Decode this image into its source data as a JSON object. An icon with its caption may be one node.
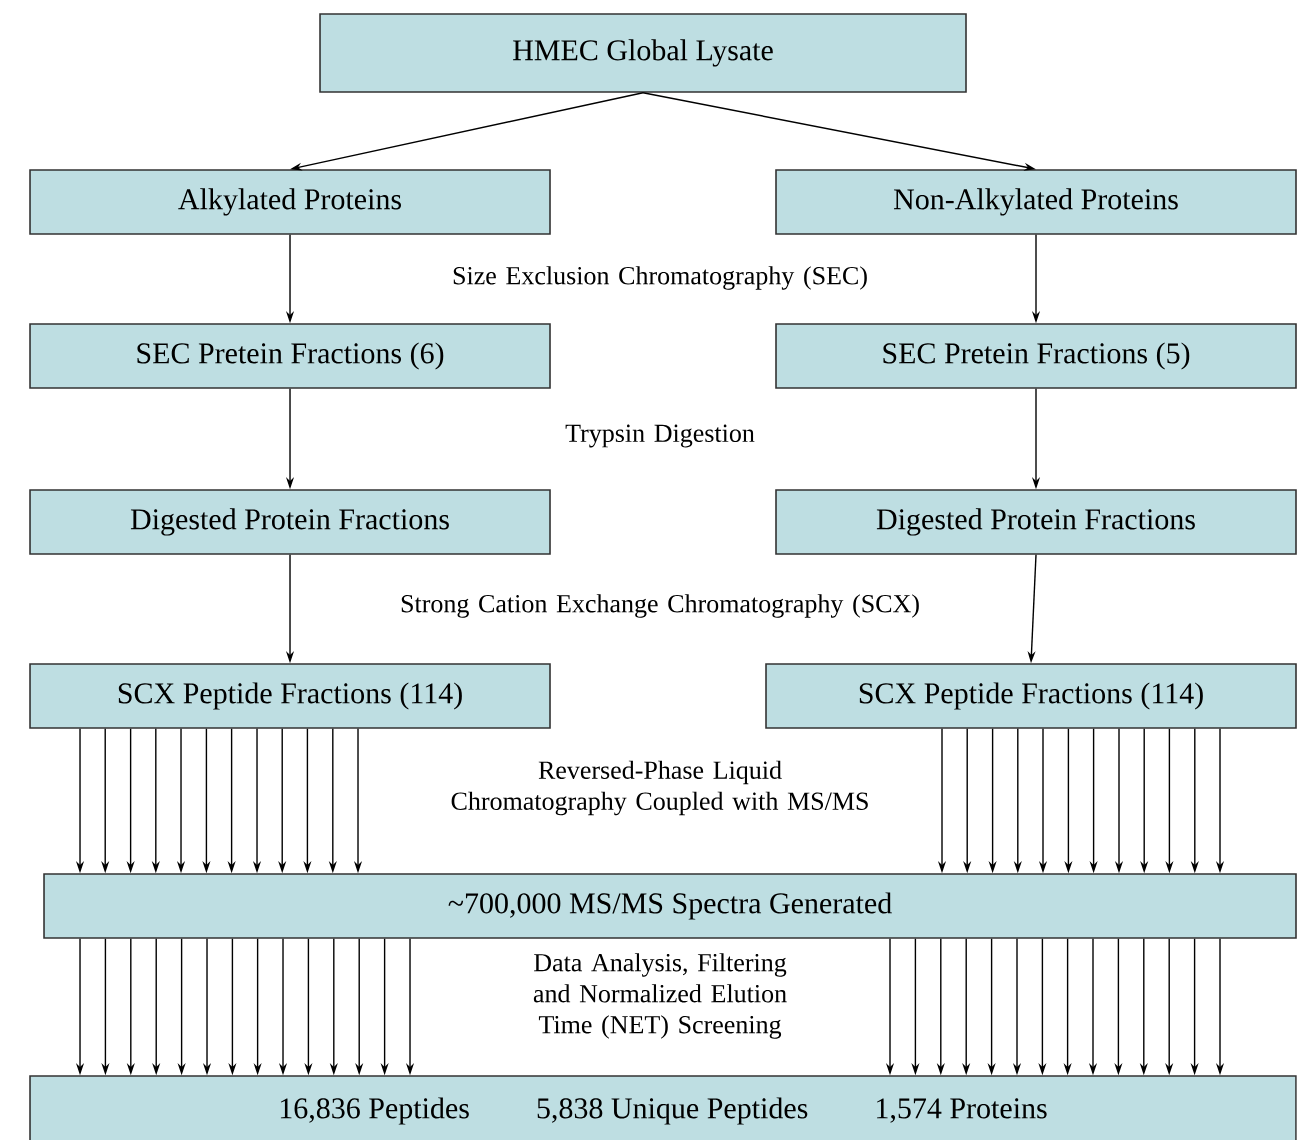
{
  "diagram": {
    "nodes": [
      {
        "text": [
          "HMEC Global Lysate"
        ]
      },
      {
        "text": [
          "Alkylated Proteins"
        ]
      },
      {
        "text": [
          "Non-Alkylated Proteins"
        ]
      },
      {
        "text": [
          "SEC Pretein Fractions (6)"
        ]
      },
      {
        "text": [
          "SEC Pretein Fractions (5)"
        ]
      },
      {
        "text": [
          "Digested Protein Fractions"
        ]
      },
      {
        "text": [
          "Digested Protein Fractions"
        ]
      },
      {
        "text": [
          "SCX Peptide Fractions (114)"
        ]
      },
      {
        "text": [
          "SCX Peptide Fractions (114)"
        ]
      },
      {
        "text": [
          "~700,000 MS/MS Spectra Generated"
        ]
      },
      {
        "text": [
          "16,836 Peptides",
          "5,838 Unique Peptides",
          "1,574 Proteins"
        ]
      }
    ],
    "edges": [
      {
        "from": 0,
        "to": 1,
        "arrow": "to"
      },
      {
        "from": 0,
        "to": 2,
        "arrow": "to"
      },
      {
        "from": 1,
        "to": 3,
        "arrow": "to"
      },
      {
        "from": 2,
        "to": 4,
        "arrow": "to"
      },
      {
        "from": 3,
        "to": 5,
        "arrow": "to"
      },
      {
        "from": 4,
        "to": 6,
        "arrow": "to"
      },
      {
        "from": 5,
        "to": 7,
        "arrow": "to"
      },
      {
        "from": 6,
        "to": 8,
        "arrow": "to"
      },
      {
        "from": 7,
        "to": 9,
        "arrow": "to"
      },
      {
        "from": 7,
        "to": 9,
        "arrow": "to"
      },
      {
        "from": 7,
        "to": 9,
        "arrow": "to"
      },
      {
        "from": 7,
        "to": 9,
        "arrow": "to"
      },
      {
        "from": 7,
        "to": 9,
        "arrow": "to"
      },
      {
        "from": 7,
        "to": 9,
        "arrow": "to"
      },
      {
        "from": 7,
        "to": 9,
        "arrow": "to"
      },
      {
        "from": 7,
        "to": 9,
        "arrow": "to"
      },
      {
        "from": 7,
        "to": 9,
        "arrow": "to"
      },
      {
        "from": 7,
        "to": 9,
        "arrow": "to"
      },
      {
        "from": 7,
        "to": 9,
        "arrow": "to"
      },
      {
        "from": 7,
        "to": 9,
        "arrow": "to"
      },
      {
        "from": 8,
        "to": 9,
        "arrow": "to"
      },
      {
        "from": 8,
        "to": 9,
        "arrow": "to"
      },
      {
        "from": 8,
        "to": 9,
        "arrow": "to"
      },
      {
        "from": 8,
        "to": 9,
        "arrow": "to"
      },
      {
        "from": 8,
        "to": 9,
        "arrow": "to"
      },
      {
        "from": 8,
        "to": 9,
        "arrow": "to"
      },
      {
        "from": 8,
        "to": 9,
        "arrow": "to"
      },
      {
        "from": 8,
        "to": 9,
        "arrow": "to"
      },
      {
        "from": 8,
        "to": 9,
        "arrow": "to"
      },
      {
        "from": 8,
        "to": 9,
        "arrow": "to"
      },
      {
        "from": 8,
        "to": 9,
        "arrow": "to"
      },
      {
        "from": 8,
        "to": 9,
        "arrow": "to"
      },
      {
        "from": 9,
        "to": 10,
        "arrow": "to"
      },
      {
        "from": 9,
        "to": 10,
        "arrow": "to"
      },
      {
        "from": 9,
        "to": 10,
        "arrow": "to"
      },
      {
        "from": 9,
        "to": 10,
        "arrow": "to"
      },
      {
        "from": 9,
        "to": 10,
        "arrow": "to"
      },
      {
        "from": 9,
        "to": 10,
        "arrow": "to"
      },
      {
        "from": 9,
        "to": 10,
        "arrow": "to"
      },
      {
        "from": 9,
        "to": 10,
        "arrow": "to"
      },
      {
        "from": 9,
        "to": 10,
        "arrow": "to"
      },
      {
        "from": 9,
        "to": 10,
        "arrow": "to"
      },
      {
        "from": 9,
        "to": 10,
        "arrow": "to"
      },
      {
        "from": 9,
        "to": 10,
        "arrow": "to"
      },
      {
        "from": 9,
        "to": 10,
        "arrow": "to"
      },
      {
        "from": 9,
        "to": 10,
        "arrow": "to"
      },
      {
        "from": 9,
        "to": 10,
        "arrow": "to"
      },
      {
        "from": 9,
        "to": 10,
        "arrow": "to"
      },
      {
        "from": 9,
        "to": 10,
        "arrow": "to"
      },
      {
        "from": 9,
        "to": 10,
        "arrow": "to"
      },
      {
        "from": 9,
        "to": 10,
        "arrow": "to"
      },
      {
        "from": 9,
        "to": 10,
        "arrow": "to"
      },
      {
        "from": 9,
        "to": 10,
        "arrow": "to"
      },
      {
        "from": 9,
        "to": 10,
        "arrow": "to"
      },
      {
        "from": 9,
        "to": 10,
        "arrow": "to"
      },
      {
        "from": 9,
        "to": 10,
        "arrow": "to"
      },
      {
        "from": 9,
        "to": 10,
        "arrow": "to"
      },
      {
        "from": 9,
        "to": 10,
        "arrow": "to"
      },
      {
        "from": 9,
        "to": 10,
        "arrow": "to"
      },
      {
        "from": 9,
        "to": 10,
        "arrow": "to"
      }
    ],
    "labels": [
      "Size Exclusion Chromatography (SEC)",
      "Trypsin Digestion",
      "Strong Cation Exchange Chromatography (SCX)",
      "Reversed-Phase Liquid Chromatography Coupled with MS/MS",
      "Data Analysis, Filtering and Normalized Elution Time (NET) Screening"
    ]
  }
}
